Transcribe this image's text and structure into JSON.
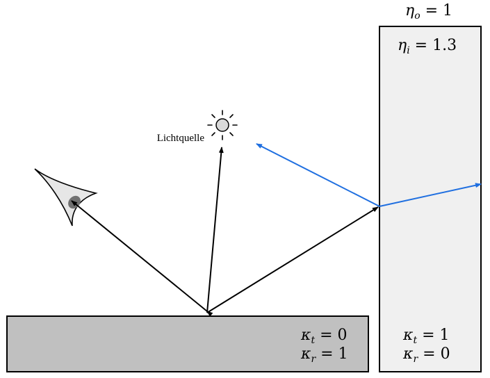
{
  "media": {
    "outer_ior": {
      "symbol": "η",
      "sub": "o",
      "value": "1"
    },
    "inner_ior": {
      "symbol": "η",
      "sub": "i",
      "value": "1.3"
    }
  },
  "floor_block": {
    "kappa_t": {
      "symbol": "κ",
      "sub": "t",
      "value": "0"
    },
    "kappa_r": {
      "symbol": "κ",
      "sub": "r",
      "value": "1"
    },
    "fill": "#c0c0c0"
  },
  "glass_block": {
    "kappa_t": {
      "symbol": "κ",
      "sub": "t",
      "value": "1"
    },
    "kappa_r": {
      "symbol": "κ",
      "sub": "r",
      "value": "0"
    },
    "fill": "#f0f0f0"
  },
  "light_source": {
    "label": "Lichtquelle",
    "fill": "#d9d9d9"
  },
  "colors": {
    "ray": "#000000",
    "secondary_ray": "#1f6fe0",
    "eye_fill": "#e6e6e6",
    "pupil": "#707070"
  }
}
